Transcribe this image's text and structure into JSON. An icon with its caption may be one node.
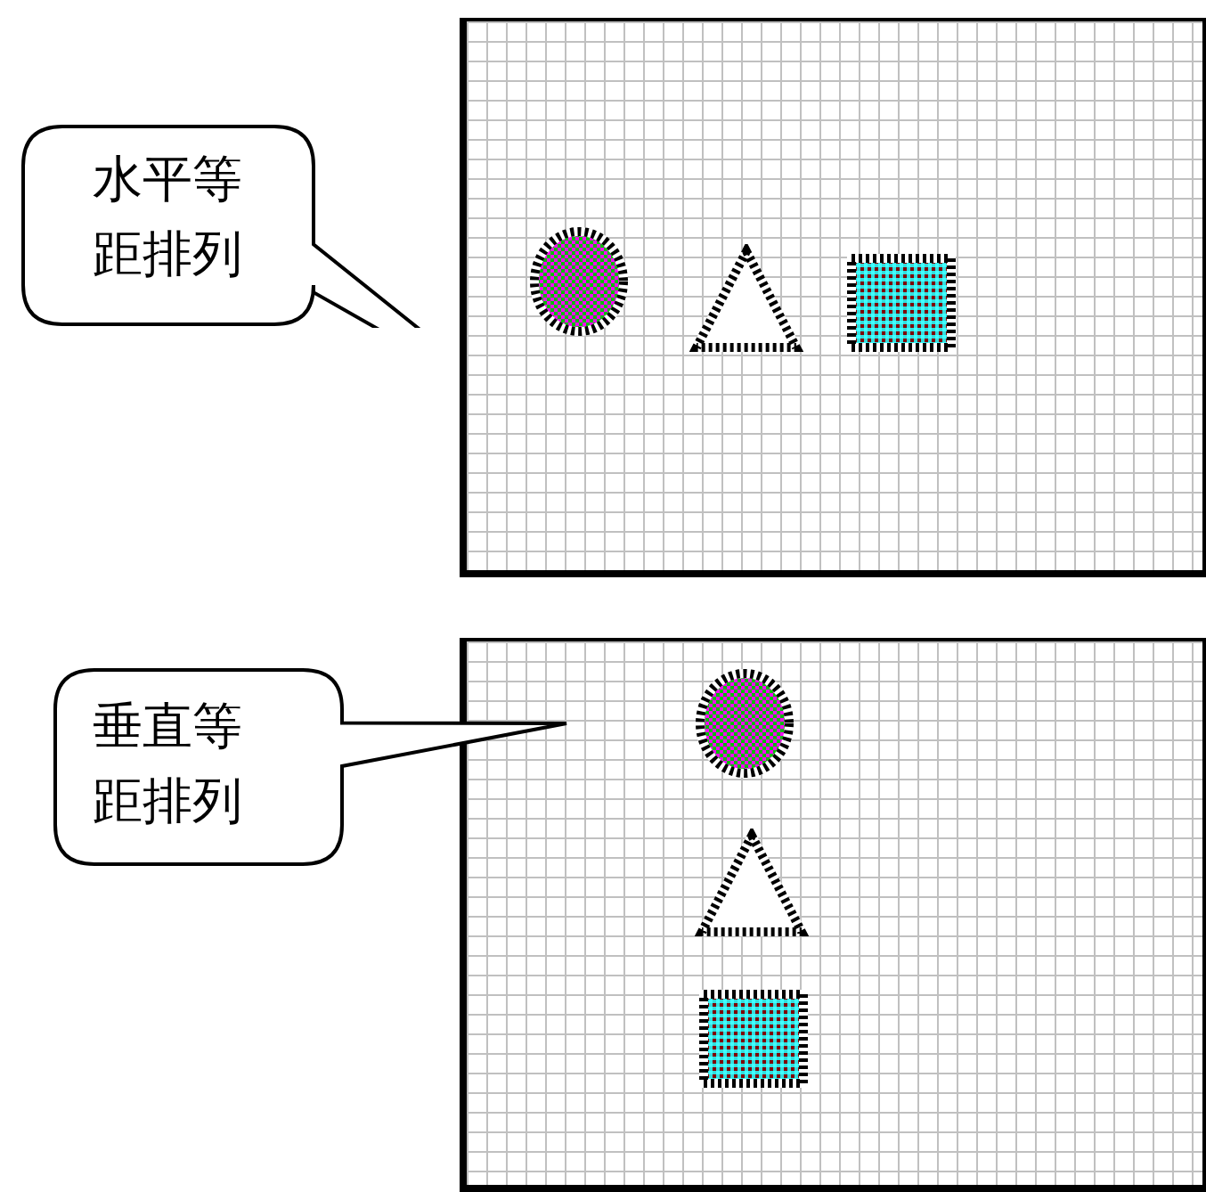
{
  "diagram": {
    "nodes": [
      {
        "text": [],
        "shape": "box"
      },
      {
        "text": [],
        "shape": "circle",
        "in": 0
      },
      {
        "text": [],
        "shape": "triangle",
        "in": 0
      },
      {
        "text": [],
        "shape": "box",
        "in": 0
      },
      {
        "text": [
          "水平等距排列"
        ]
      },
      {
        "text": [],
        "shape": "box"
      },
      {
        "text": [],
        "shape": "circle",
        "in": 5
      },
      {
        "text": [],
        "shape": "triangle",
        "in": 5
      },
      {
        "text": [],
        "shape": "box",
        "in": 5
      },
      {
        "text": [
          "垂直等距排列"
        ]
      }
    ]
  }
}
